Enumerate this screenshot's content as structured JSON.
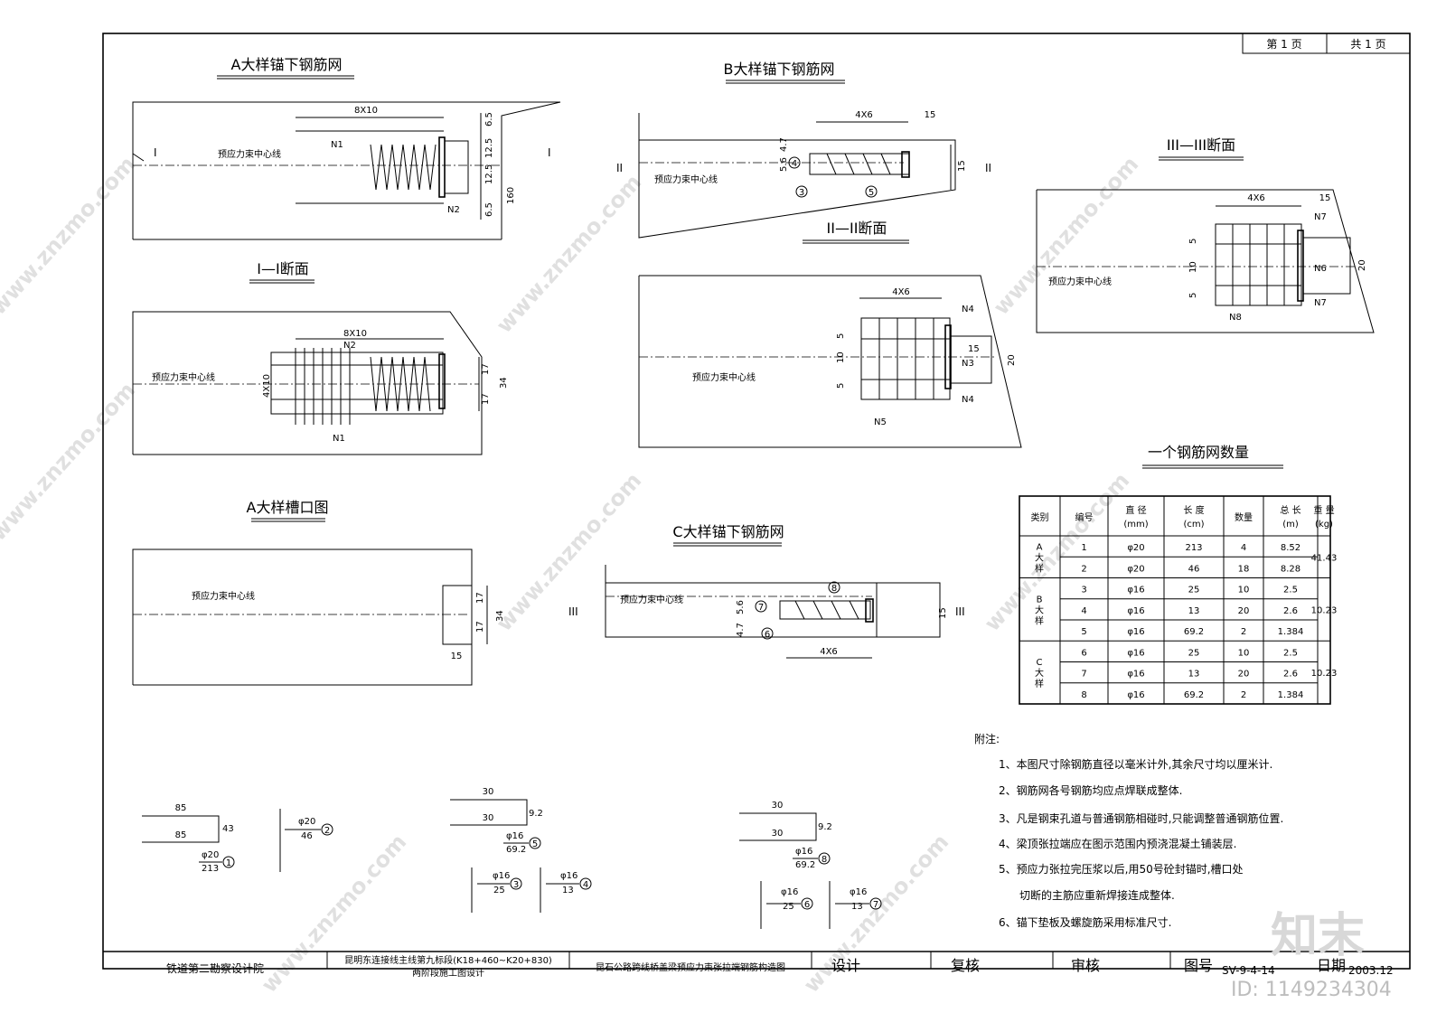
{
  "header": {
    "page": "第 1 页",
    "total": "共 1 页"
  },
  "titles": {
    "a_mesh": "A大样锚下钢筋网",
    "b_mesh": "B大样锚下钢筋网",
    "sec3": "III—III断面",
    "sec1": "I—I断面",
    "sec2": "II—II断面",
    "a_notch": "A大样槽口图",
    "c_mesh": "C大样锚下钢筋网",
    "table": "一个钢筋网数量",
    "notes": "附注:"
  },
  "labels": {
    "centerline": "预应力束中心线",
    "d8x10": "8X10",
    "d4x6": "4X6",
    "d4x10": "4X10",
    "n1": "N1",
    "n2": "N2",
    "n3": "N3",
    "n4": "N4",
    "n5": "N5",
    "n6": "N6",
    "n7": "N7",
    "n8": "N8",
    "sec_i": "I",
    "sec_ii": "II",
    "sec_iii": "III",
    "v65": "6.5",
    "v125": "12.5",
    "v160": "160",
    "v17": "17",
    "v34": "34",
    "v15": "15",
    "v20": "20",
    "v5": "5",
    "v10": "10",
    "v47": "4.7",
    "v56": "5.6",
    "c3": "3",
    "c4": "4",
    "c5": "5",
    "c6": "6",
    "c7": "7",
    "c8": "8",
    "c1": "1",
    "c2": "2"
  },
  "shapes": {
    "s1_85a": "85",
    "s1_43": "43",
    "s1_85b": "85",
    "s1_dia": "φ20",
    "s1_len": "213",
    "s2_dia": "φ20",
    "s2_len": "46",
    "s5_30a": "30",
    "s5_92": "9.2",
    "s5_30b": "30",
    "s5_dia": "φ16",
    "s5_len": "69.2",
    "s3_dia": "φ16",
    "s3_len": "25",
    "s4_dia": "φ16",
    "s4_len": "13",
    "s8_30a": "30",
    "s8_92": "9.2",
    "s8_30b": "30",
    "s8_dia": "φ16",
    "s8_len": "69.2",
    "s6_dia": "φ16",
    "s6_len": "25",
    "s7_dia": "φ16",
    "s7_len": "13"
  },
  "table": {
    "headers": [
      "类别",
      "编号",
      "直 径\n(mm)",
      "长 度\n(cm)",
      "数量",
      "总 长\n(m)",
      "重 量\n(kg)"
    ],
    "groups": [
      {
        "cat": "A大样",
        "weight": "41.43",
        "rows": [
          [
            "1",
            "φ20",
            "213",
            "4",
            "8.52"
          ],
          [
            "2",
            "φ20",
            "46",
            "18",
            "8.28"
          ]
        ]
      },
      {
        "cat": "B大样",
        "weight": "10.23",
        "rows": [
          [
            "3",
            "φ16",
            "25",
            "10",
            "2.5"
          ],
          [
            "4",
            "φ16",
            "13",
            "20",
            "2.6"
          ],
          [
            "5",
            "φ16",
            "69.2",
            "2",
            "1.384"
          ]
        ]
      },
      {
        "cat": "C大样",
        "weight": "10.23",
        "rows": [
          [
            "6",
            "φ16",
            "25",
            "10",
            "2.5"
          ],
          [
            "7",
            "φ16",
            "13",
            "20",
            "2.6"
          ],
          [
            "8",
            "φ16",
            "69.2",
            "2",
            "1.384"
          ]
        ]
      }
    ]
  },
  "notes": [
    "1、本图尺寸除钢筋直径以毫米计外,其余尺寸均以厘米计.",
    "2、钢筋网各号钢筋均应点焊联成整体.",
    "3、凡是钢束孔道与普通钢筋相碰时,只能调整普通钢筋位置.",
    "4、梁顶张拉端应在图示范围内预浇混凝土铺装层.",
    "5、预应力张拉完压浆以后,用50号砼封锚时,槽口处",
    "切断的主筋应重新焊接连成整体.",
    "6、锚下垫板及螺旋筋采用标准尺寸."
  ],
  "title_block": {
    "org": "铁道第二勘察设计院",
    "project1": "昆明东连接线主线第九标段(K18+460~K20+830)",
    "project2": "两阶段施工图设计",
    "drawing": "昆石公路跨线桥盖梁预应力束张拉端钢筋构造图",
    "design": "设计",
    "review": "复核",
    "approve": "审核",
    "no_label": "图号",
    "no_value": "SV-9-4-14",
    "date_label": "日期",
    "date_value": "2003.12"
  },
  "watermark": {
    "site": "www.znzmo.com",
    "brand": "知末",
    "id": "ID: 1149234304"
  }
}
